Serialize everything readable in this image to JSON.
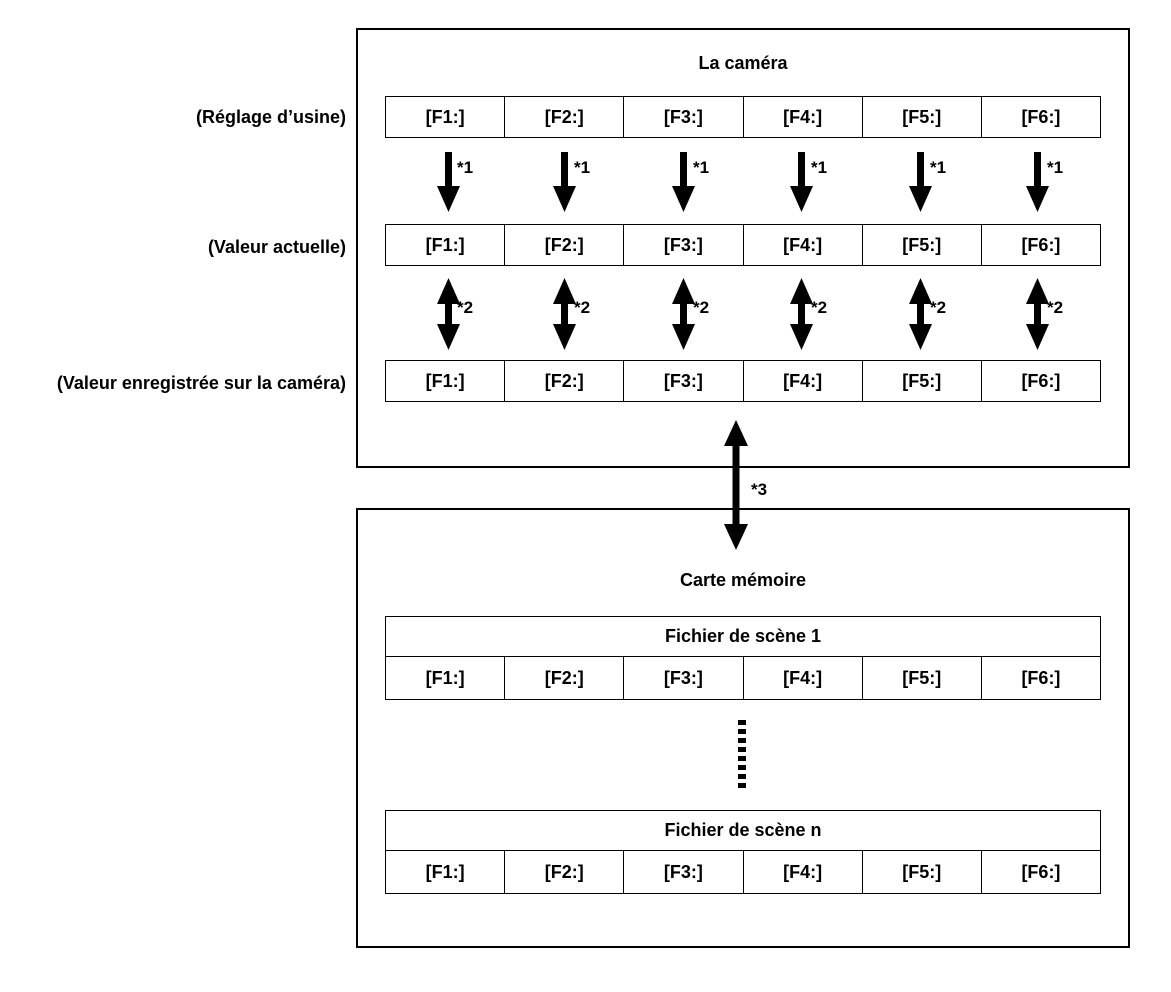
{
  "camera": {
    "title": "La caméra",
    "rows": [
      {
        "label": "(Réglage d’usine)",
        "cells": [
          "[F1:]",
          "[F2:]",
          "[F3:]",
          "[F4:]",
          "[F5:]",
          "[F6:]"
        ]
      },
      {
        "label": "(Valeur actuelle)",
        "cells": [
          "[F1:]",
          "[F2:]",
          "[F3:]",
          "[F4:]",
          "[F5:]",
          "[F6:]"
        ]
      },
      {
        "label": "(Valeur enregistrée sur la caméra)",
        "cells": [
          "[F1:]",
          "[F2:]",
          "[F3:]",
          "[F4:]",
          "[F5:]",
          "[F6:]"
        ]
      }
    ],
    "arrow_note_1": "*1",
    "arrow_note_2": "*2"
  },
  "transfer_note": "*3",
  "memory_card": {
    "title": "Carte mémoire",
    "files": [
      {
        "name": "Fichier de scène 1",
        "cells": [
          "[F1:]",
          "[F2:]",
          "[F3:]",
          "[F4:]",
          "[F5:]",
          "[F6:]"
        ]
      },
      {
        "name": "Fichier de scène n",
        "cells": [
          "[F1:]",
          "[F2:]",
          "[F3:]",
          "[F4:]",
          "[F5:]",
          "[F6:]"
        ]
      }
    ]
  }
}
